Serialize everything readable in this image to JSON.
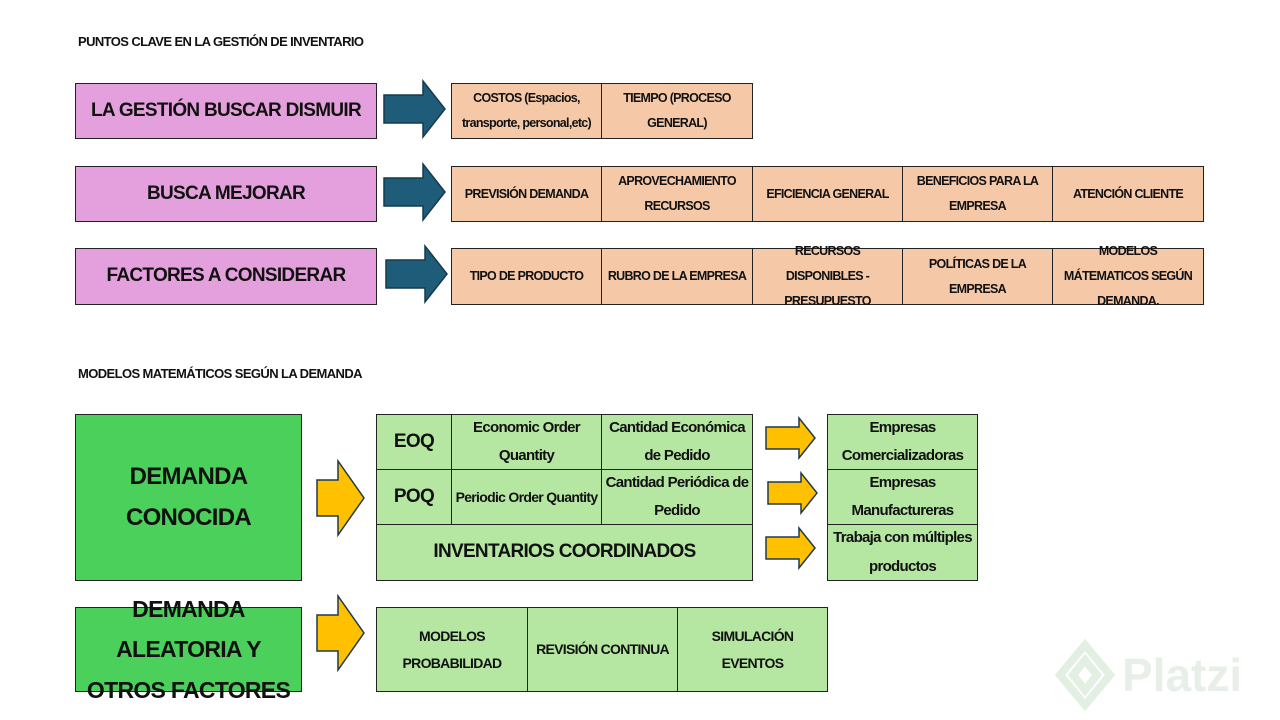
{
  "section1": {
    "title": "PUNTOS CLAVE EN LA GESTIÓN DE INVENTARIO",
    "rows": [
      {
        "label": "LA GESTIÓN BUSCAR DISMUIR",
        "items": [
          "COSTOS (Espacios, transporte, personal,etc)",
          "TIEMPO (PROCESO GENERAL)"
        ]
      },
      {
        "label": "BUSCA MEJORAR",
        "items": [
          "PREVISIÓN DEMANDA",
          "APROVECHAMIENTO RECURSOS",
          "EFICIENCIA GENERAL",
          "BENEFICIOS PARA LA EMPRESA",
          "ATENCIÓN CLIENTE"
        ]
      },
      {
        "label": "FACTORES A CONSIDERAR",
        "items": [
          "TIPO DE PRODUCTO",
          "RUBRO DE LA EMPRESA",
          "RECURSOS DISPONIBLES - PRESUPUESTO",
          "POLÍTICAS DE LA EMPRESA",
          "MODELOS MÁTEMATICOS SEGÚN DEMANDA."
        ]
      }
    ]
  },
  "section2": {
    "title": "MODELOS MATEMÁTICOS SEGÚN LA DEMANDA",
    "known": {
      "label": "DEMANDA CONOCIDA",
      "table": [
        [
          "EOQ",
          "Economic Order Quantity",
          "Cantidad Económica de Pedido"
        ],
        [
          "POQ",
          "Periodic Order Quantity",
          "Cantidad Periódica de Pedido"
        ]
      ],
      "coordinated": "INVENTARIOS COORDINADOS",
      "results": [
        "Empresas Comercializadoras",
        "Empresas Manufactureras",
        "Trabaja con múltiples productos"
      ]
    },
    "random": {
      "label": "DEMANDA ALEATORIA Y OTROS FACTORES",
      "items": [
        "MODELOS PROBABILIDAD",
        "REVISIÓN CONTINUA",
        "SIMULACIÓN EVENTOS"
      ]
    }
  },
  "watermark": "Platzi",
  "colors": {
    "pink": "#e4a0dc",
    "peach": "#f5c8a8",
    "blue_arrow": "#1f5c7a",
    "dark_green": "#4cd05c",
    "light_green": "#b5e6a2",
    "yellow_arrow": "#ffc000"
  }
}
